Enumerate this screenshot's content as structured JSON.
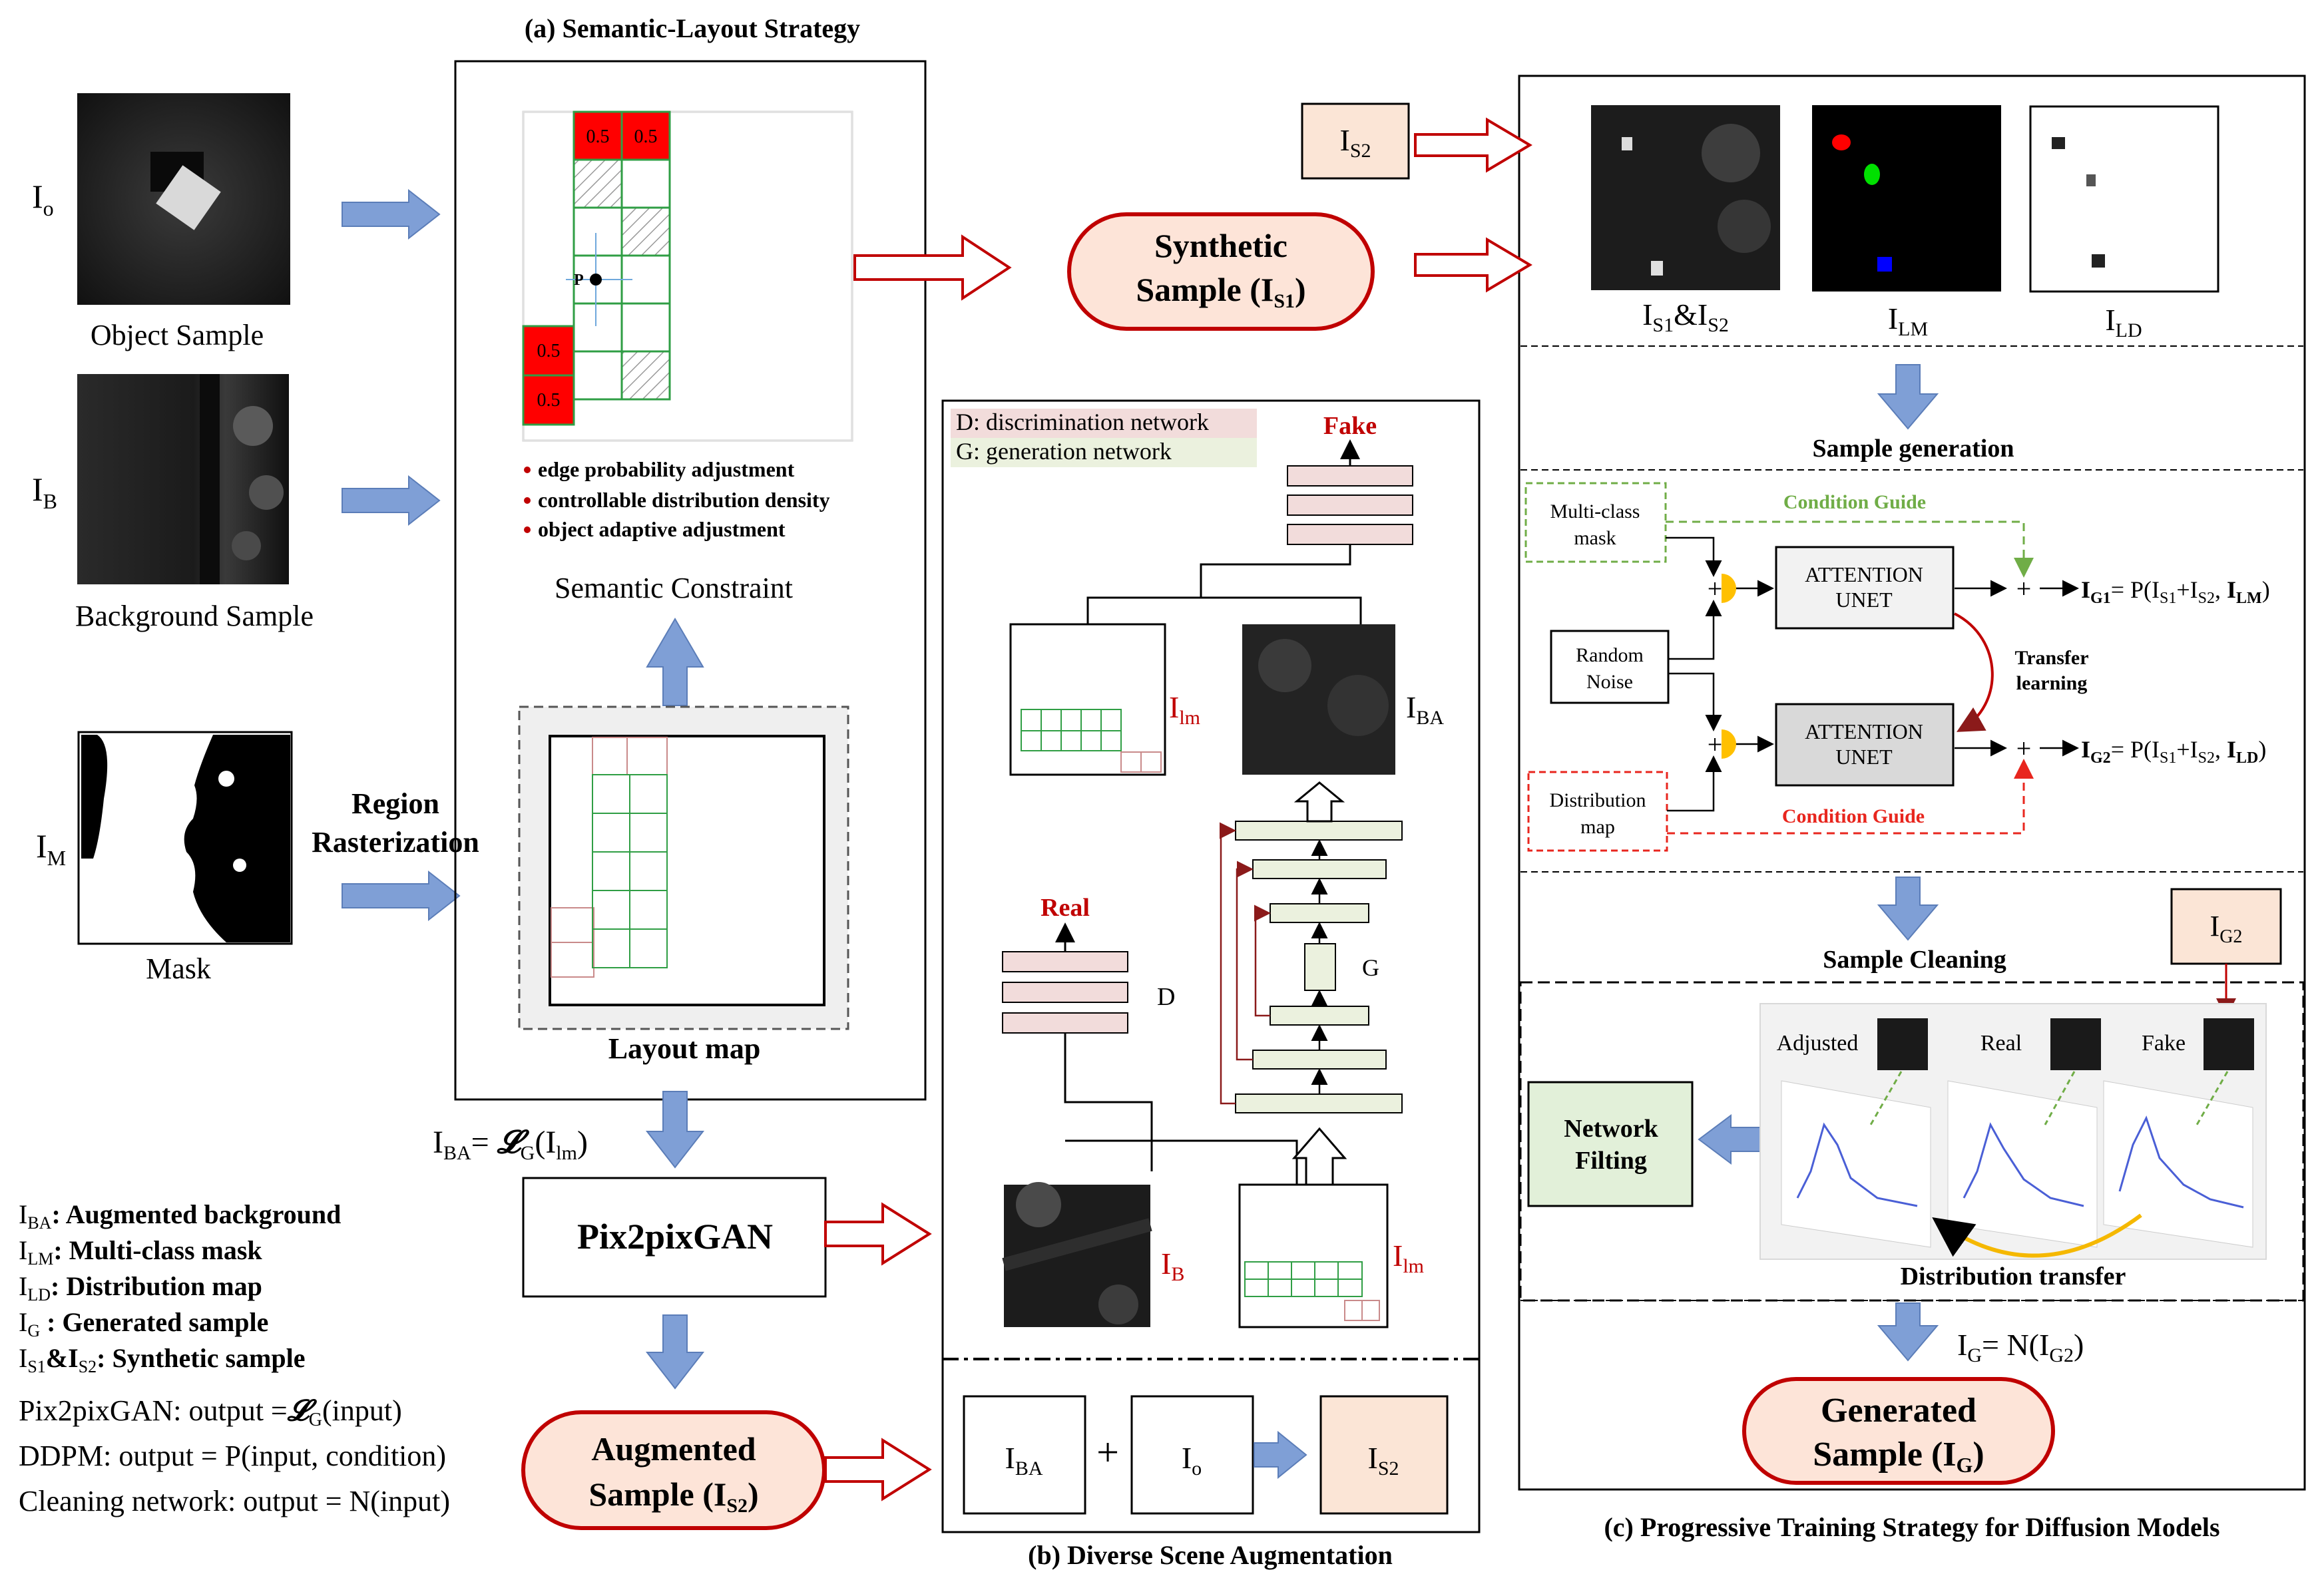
{
  "section_a": {
    "title": "(a) Semantic-Layout Strategy",
    "object_label": "I",
    "object_label_sub": "o",
    "object_caption": "Object Sample",
    "background_label": "I",
    "background_label_sub": "B",
    "background_caption": "Background Sample",
    "mask_label": "I",
    "mask_label_sub": "M",
    "mask_caption": "Mask",
    "region_raster_line1": "Region",
    "region_raster_line2": "Rasterization",
    "cell_value": "0.5",
    "point_label": "P",
    "bullets": [
      "edge probability adjustment",
      "controllable distribution density",
      "object adaptive adjustment"
    ],
    "semantic_constraint": "Semantic Constraint",
    "layout_map": "Layout map",
    "synthetic_line1": "Synthetic",
    "synthetic_line2": "Sample (I",
    "synthetic_sub": "S1",
    "synthetic_close": ")"
  },
  "pix2pix": {
    "formula_prefix": "I",
    "formula_sub1": "BA",
    "formula_mid": "= ",
    "formula_L": "𝓛",
    "formula_sub2": "G",
    "formula_arg": "(I",
    "formula_sub3": "lm",
    "formula_close": ")",
    "box_label": "Pix2pixGAN",
    "augmented_line1": "Augmented",
    "augmented_line2": "Sample (I",
    "augmented_sub": "S2",
    "augmented_close": ")"
  },
  "legend": {
    "items": [
      {
        "sym": "I",
        "sub": "BA",
        "text": ": Augmented background"
      },
      {
        "sym": "I",
        "sub": "LM",
        "text": ": Multi-class mask"
      },
      {
        "sym": "I",
        "sub": "LD",
        "text": ": Distribution map"
      },
      {
        "sym": "I",
        "sub": "G",
        "text": " : Generated sample"
      },
      {
        "sym": "I",
        "sub": "S1",
        "text": "&I",
        "sub2": "S2",
        "text2": ": Synthetic sample"
      }
    ],
    "formulas": [
      "Pix2pixGAN: output =",
      "DDPM: output = P(input, condition)",
      "Cleaning network: output = N(input)"
    ],
    "f1_L": "𝓛",
    "f1_sub": "G",
    "f1_tail": "(input)"
  },
  "section_b": {
    "title": "(b) Diverse Scene Augmentation",
    "legend_d": "D: discrimination network",
    "legend_g": "G: generation network",
    "fake": "Fake",
    "real": "Real",
    "d_label": "D",
    "g_label": "G",
    "ilm": "I",
    "ilm_sub": "lm",
    "iba": "I",
    "iba_sub": "BA",
    "ib": "I",
    "ib_sub": "B",
    "eq_iba": "I",
    "eq_iba_sub": "BA",
    "eq_plus": "+",
    "eq_io": "I",
    "eq_io_sub": "o",
    "eq_is2": "I",
    "eq_is2_sub": "S2"
  },
  "section_c": {
    "title": "(c) Progressive Training Strategy for Diffusion Models",
    "is2": "I",
    "is2_sub": "S2",
    "cap1": "I",
    "cap1_sub1": "S1",
    "cap1_mid": "&I",
    "cap1_sub2": "S2",
    "cap2": "I",
    "cap2_sub": "LM",
    "cap3": "I",
    "cap3_sub": "LD",
    "sample_generation": "Sample generation",
    "multi_class_line1": "Multi-class",
    "multi_class_line2": "mask",
    "random_line1": "Random",
    "random_line2": "Noise",
    "distribution_line1": "Distribution",
    "distribution_line2": "map",
    "condition_guide": "Condition Guide",
    "attention_line1": "ATTENTION",
    "attention_line2": "UNET",
    "transfer_line1": "Transfer",
    "transfer_line2": "learning",
    "ig1": "I",
    "ig1_sub": "G1",
    "ig1_eq": "= P(I",
    "ig1_s1": "S1",
    "ig1_plus": "+I",
    "ig1_s2": "S2",
    "ig1_comma": ", ",
    "ig1_last": "I",
    "ig1_last_sub": "LM",
    "ig1_close": ")",
    "ig2": "I",
    "ig2_sub": "G2",
    "ig2_last_sub": "LD",
    "sample_cleaning": "Sample Cleaning",
    "ig2_box": "I",
    "ig2_box_sub": "G2",
    "adjusted": "Adjusted",
    "real": "Real",
    "fake": "Fake",
    "network_line1": "Network",
    "network_line2": "Filting",
    "distribution_transfer": "Distribution transfer",
    "ig_eq": "I",
    "ig_eq_sub": "G",
    "ig_eq_mid": "= N(I",
    "ig_eq_sub2": "G2",
    "ig_eq_close": ")",
    "generated_line1": "Generated",
    "generated_line2": "Sample (I",
    "generated_sub": "G",
    "generated_close": ")"
  },
  "colors": {
    "blue_arrow": "#7f9fd6",
    "red_cell": "#ff0000",
    "green_grid": "#2f9e44",
    "pink_fill": "#fbe5d6",
    "pill_fill": "#fde4d8",
    "pill_stroke": "#c00000",
    "green_box": "#e2f0d9",
    "pink_layer": "#f2dcdb",
    "green_layer": "#ebf1de"
  }
}
